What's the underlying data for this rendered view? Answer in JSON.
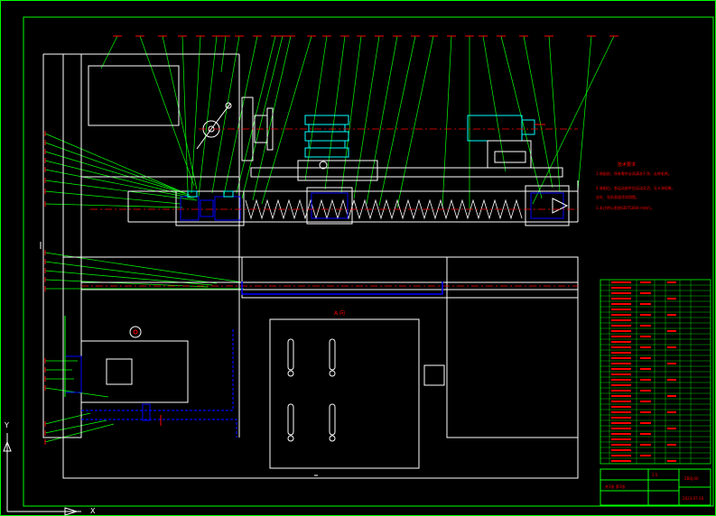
{
  "drawing": {
    "section_label": "A 向",
    "axis_y_label": "Y",
    "axis_x_label": "X",
    "notes_lines": [
      "技术要求",
      "1.装配前，所有零件必须清洗干净，去除毛刺。",
      "2.装配后，各运动部件应运动灵活，无卡滞现象，",
      "丝杠、导轨表面涂润滑脂。",
      "3.未注明公差按GB/T1804-m执行。"
    ],
    "title_block": {
      "drawing_no": "ZBSJ-00",
      "scale": "1:5",
      "sheet": "共1张 第1张",
      "date": "2023-07-20"
    }
  },
  "colors": {
    "frame": "#00ff00",
    "outline": "#ffffff",
    "leader": "#00ff00",
    "center": "#ff0000",
    "section": "#0000ff",
    "accent": "#00ffff",
    "text": "#ff0000"
  }
}
